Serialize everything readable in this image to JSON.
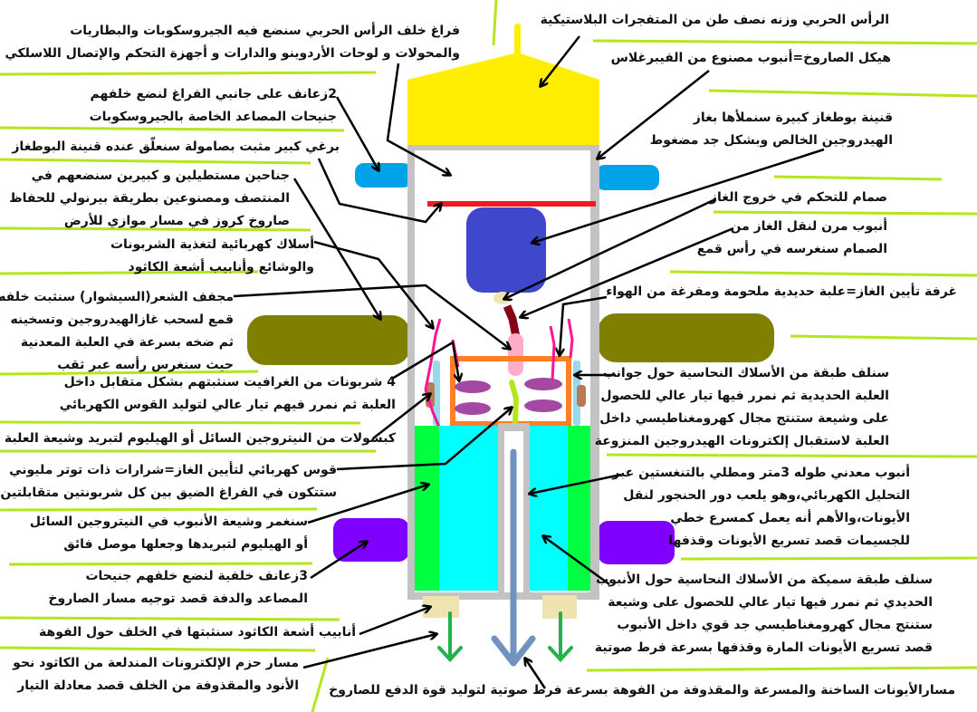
{
  "colors": {
    "nose": "#ffee00",
    "body_wall": "#c3c3c3",
    "top_fins": "#00a2e8",
    "plate": "#ed1c24",
    "tank": "#3f48cc",
    "mid_fins": "#808000",
    "chamber": "#ff7f27",
    "carbon": "#a349a4",
    "arc": "#b5e61d",
    "wire": "#ff1493",
    "coolant_green": "#00ff40",
    "tube_cyan": "#00ffff",
    "rear_fins": "#8000ff",
    "nozzle": "#efe4b0",
    "beam_arrow": "#7092be",
    "electron_arrow": "#22b14c",
    "separator": "#b5e61d"
  },
  "left_labels": [
    {
      "name": "space-behind-warhead",
      "lines": [
        "فراغ خلف الرأس الحربي سنضع فيه الجيروسكوبات والبطاريات",
        "والمحولات و لوحات الأردوينو والدارات و أجهزة التحكم والإتصال اللاسلكي"
      ]
    },
    {
      "name": "front-fins",
      "lines": [
        "2زعانف على جانبي الفراغ لنضع خلفهم",
        "جنيحات المصاعد الخاصة بالجيروسكوبات"
      ]
    },
    {
      "name": "bolt",
      "lines": [
        "برغي كبير مثبت بصامولة سنعلّق عنده قنينة البوطغاز"
      ]
    },
    {
      "name": "wings",
      "lines": [
        "جناحين مستطيلين و كبيرين سنضعهم في",
        "المنتصف ومصنوعين بطريقة بيرنولي للحفاظ",
        "صاروخ كروز في مسار موازي للأرض"
      ]
    },
    {
      "name": "wires",
      "lines": [
        "أسلاك كهربائية لتغذية الشربونات",
        "والوشائع وأنابيب أشعة الكاثود"
      ]
    },
    {
      "name": "hair-dryer",
      "lines": [
        "مجفف الشعر(السيشوار) سنثبت خلفه",
        "قمع لسحب غازالهيدروجين وتسخينه",
        "ثم ضخه بسرعة في العلبة المعدنية",
        "حيث سنغرس رأسه عبر ثقب"
      ]
    },
    {
      "name": "graphite-carbons",
      "lines": [
        "4 شربونات من الغرافيت سنثبتهم بشكل متقابل داخل",
        "العلبة ثم نمرر فيهم تيار عالي لتوليد القوس الكهربائي"
      ]
    },
    {
      "name": "capsules",
      "lines": [
        "كبسولات من النيتروجين السائل أو الهيليوم لتبريد وشيعة العلبة"
      ]
    },
    {
      "name": "electric-arc",
      "lines": [
        "قوس كهربائي لتأيين الغاز=شرارات ذات توتر مليوني",
        "ستتكون في الفراغ الضيق بين كل شربونتين متقابلتين"
      ]
    },
    {
      "name": "coil-cooling",
      "lines": [
        "سنغمر وشيعة الأنبوب في النيتروجين السائل",
        "أو الهيليوم لتبريدها وجعلها موصل فائق"
      ]
    },
    {
      "name": "rear-fins",
      "lines": [
        "3زعانف خلفية لنضع خلفهم جنيحات",
        "المصاعد والدفة قصد توجيه مسار الصاروخ"
      ]
    },
    {
      "name": "cathode-tubes",
      "lines": [
        "أنابيب أشعة الكاثود سنثبتها في الخلف حول الفوهة"
      ]
    },
    {
      "name": "electron-beam-path",
      "lines": [
        "مسار حزم الإلكترونات المندلعة من الكاثود نحو",
        "الأنود والمقذوفة من الخلف قصد معادلة التيار"
      ]
    }
  ],
  "right_labels": [
    {
      "name": "warhead",
      "lines": [
        "الرأس الحربي وزنه نصف طن من المتفجرات البلاستيكية"
      ]
    },
    {
      "name": "rocket-body",
      "lines": [
        "هيكل الصاروخ=أنبوب مصنوع من الفيبرغلاس"
      ]
    },
    {
      "name": "gas-bottle",
      "lines": [
        "قنينة بوطغاز كبيرة سنملأها بغاز",
        "الهيدروجين الخالص وبشكل جد مضغوط"
      ]
    },
    {
      "name": "valve",
      "lines": [
        "صمام للتحكم في خروج الغاز"
      ]
    },
    {
      "name": "flexible-tube",
      "lines": [
        "أنبوب مرن لنقل الغاز من",
        "الصمام سنغرسه في رأس قمع"
      ]
    },
    {
      "name": "ionization-chamber",
      "lines": [
        "غرفة تأيين الغاز=علبة حديدية ملحومة ومفرغة من الهواء"
      ]
    },
    {
      "name": "chamber-coil",
      "lines": [
        "سنلف طبقة من الأسلاك النحاسية حول جوانب",
        "العلبة الحديدية ثم نمرر فيها تيار عالي للحصول",
        "على وشيعة ستنتج مجال كهرومغناطيسي داخل",
        "العلبة لاستقبال إلكترونات الهيدروجين المنزوعة"
      ]
    },
    {
      "name": "metal-tube",
      "lines": [
        "أنبوب معدني طوله 3متر ومطلي بالتنغستين عبر",
        "التحليل الكهربائي،وهو يلعب دور الحنجور لنقل",
        "الأيونات،والأهم أنه يعمل كمسرع خطي",
        "للجسيمات قصد تسريع الأيونات وقذفها"
      ]
    },
    {
      "name": "tube-coil",
      "lines": [
        "سنلف طبقة سميكة من الأسلاك النحاسية حول الأنبوب",
        "الحديدي ثم نمرر فيها تيار عالي للحصول على وشيعة",
        "ستنتج مجال كهرومغناطيسي جد قوي داخل الأنبوب",
        "قصد تسريع الأيونات المارة وقذفها بسرعة فرط صوتية"
      ]
    },
    {
      "name": "ion-exhaust-path",
      "lines": [
        "مسارالأيونات الساخنة والمسرعة والمقذوفة من الفوهة بسرعة فرط صوتية لتوليد قوة الدفع للصاروخ"
      ]
    }
  ]
}
